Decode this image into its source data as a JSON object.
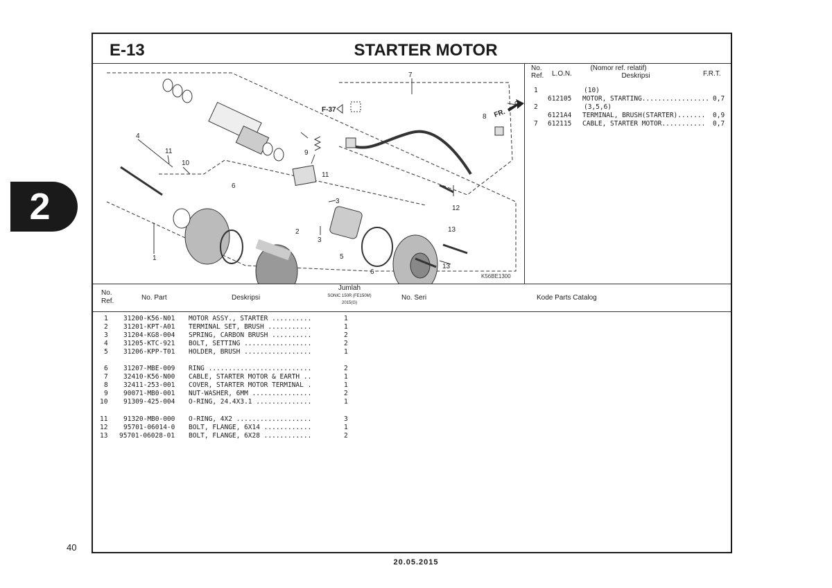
{
  "section": {
    "code": "E-13",
    "title": "STARTER MOTOR"
  },
  "chapter": "2",
  "page_number": "40",
  "date": "20.05.2015",
  "diagram": {
    "ref_f37": "F-37",
    "fr_label": "FR.",
    "figure_code": "K56BE1300",
    "callouts": [
      "7",
      "9",
      "8",
      "9",
      "11",
      "4",
      "11",
      "10",
      "3",
      "6",
      "2",
      "3",
      "12",
      "5",
      "1",
      "13",
      "6",
      "13"
    ]
  },
  "lon_table": {
    "headers": {
      "no": "No.",
      "ref": "Ref.",
      "lon": "L.O.N.",
      "nomor": "(Nomor ref. relatif)",
      "deskripsi": "Deskripsi",
      "frt": "F.R.T."
    },
    "rows": [
      {
        "no": "1",
        "lon": "",
        "desc": "(10)",
        "frt": ""
      },
      {
        "no": "",
        "lon": "612105",
        "desc": "MOTOR, STARTING.................",
        "frt": "0,7"
      },
      {
        "no": "2",
        "lon": "",
        "desc": "(3,5,6)",
        "frt": ""
      },
      {
        "no": "",
        "lon": "6121A4",
        "desc": "TERMINAL, BRUSH(STARTER).......",
        "frt": "0,9"
      },
      {
        "no": "7",
        "lon": "612115",
        "desc": "CABLE, STARTER MOTOR...........",
        "frt": "0,7"
      }
    ]
  },
  "parts_table": {
    "headers": {
      "no": "No.",
      "ref": "Ref.",
      "part": "No. Part",
      "desc": "Deskripsi",
      "jumlah": "Jumlah",
      "model": "SONIC 150R (FE150M)",
      "year": "2015(G)",
      "seri": "No. Seri",
      "catalog": "Kode Parts Catalog"
    },
    "rows": [
      {
        "no": "1",
        "part": "31200-K56-N01",
        "desc": "MOTOR ASSY., STARTER ..........",
        "qty": "1"
      },
      {
        "no": "2",
        "part": "31201-KPT-A01",
        "desc": "TERMINAL SET, BRUSH ...........",
        "qty": "1"
      },
      {
        "no": "3",
        "part": "31204-KG8-004",
        "desc": "SPRING, CARBON BRUSH ..........",
        "qty": "2"
      },
      {
        "no": "4",
        "part": "31205-KTC-921",
        "desc": "BOLT, SETTING .................",
        "qty": "2"
      },
      {
        "no": "5",
        "part": "31206-KPP-T01",
        "desc": "HOLDER, BRUSH .................",
        "qty": "1"
      },
      {
        "no": "6",
        "part": "31207-MBE-009",
        "desc": "RING ..........................",
        "qty": "2"
      },
      {
        "no": "7",
        "part": "32410-K56-N00",
        "desc": "CABLE, STARTER MOTOR & EARTH ..",
        "qty": "1"
      },
      {
        "no": "8",
        "part": "32411-253-001",
        "desc": "COVER, STARTER MOTOR TERMINAL .",
        "qty": "1"
      },
      {
        "no": "9",
        "part": "90071-MB0-001",
        "desc": "NUT-WASHER, 6MM ...............",
        "qty": "2"
      },
      {
        "no": "10",
        "part": "91309-425-004",
        "desc": "O-RING, 24.4X3.1 ..............",
        "qty": "1"
      },
      {
        "no": "11",
        "part": "91320-MB0-000",
        "desc": "O-RING, 4X2 ...................",
        "qty": "3"
      },
      {
        "no": "12",
        "part": "95701-06014-0",
        "desc": "BOLT, FLANGE, 6X14 ............",
        "qty": "1"
      },
      {
        "no": "13",
        "part": "95701-06028-01",
        "desc": "BOLT, FLANGE, 6X28 ............",
        "qty": "2"
      }
    ]
  }
}
